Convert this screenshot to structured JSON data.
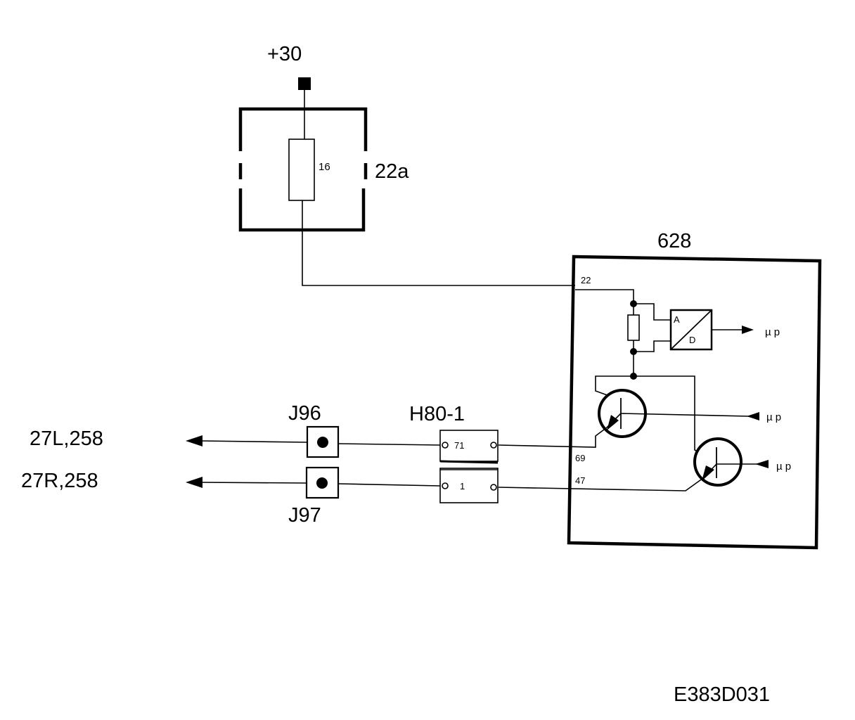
{
  "labels": {
    "supply": "+30",
    "fuse_box": "22a",
    "fuse": "16",
    "module": "628",
    "pin_22": "22",
    "pin_69": "69",
    "pin_47": "47",
    "adc_a": "A",
    "adc_d": "D",
    "up_1": "µ p",
    "up_2": "µ p",
    "up_3": "µ p",
    "connector": "H80-1",
    "conn_pin_71": "71",
    "conn_pin_1": "1",
    "junction_1": "J96",
    "junction_2": "J97",
    "dest_left": "27L,258",
    "dest_right": "27R,258",
    "drawing_id": "E383D031"
  }
}
